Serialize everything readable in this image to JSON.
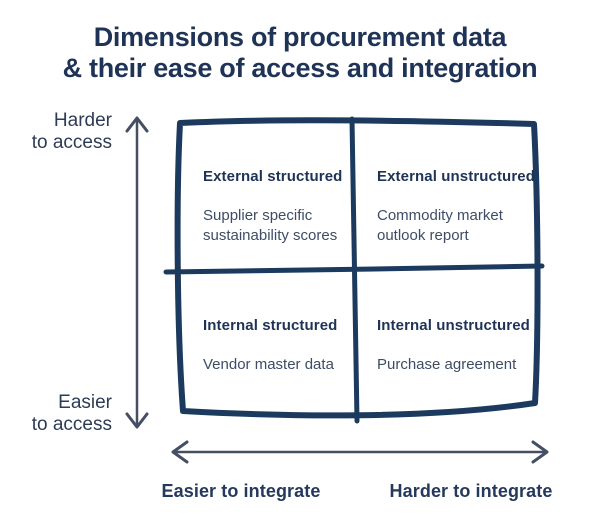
{
  "title": "Dimensions of procurement data\n& their ease of access and integration",
  "y_axis": {
    "top_label": "Harder\nto access",
    "bottom_label": "Easier\nto access"
  },
  "x_axis": {
    "left_label": "Easier to integrate",
    "right_label": "Harder to integrate"
  },
  "quadrants": [
    {
      "position": "top-left",
      "heading": "External structured",
      "example": "Supplier specific sustainability scores"
    },
    {
      "position": "top-right",
      "heading": "External unstructured",
      "example": "Commodity market outlook report"
    },
    {
      "position": "bottom-left",
      "heading": "Internal structured",
      "example": "Vendor master data"
    },
    {
      "position": "bottom-right",
      "heading": "Internal unstructured",
      "example": "Purchase agreement"
    }
  ],
  "colors": {
    "title_ink": "#1e3356",
    "heading_ink": "#1e3356",
    "body_ink": "#3e4c66",
    "box_stroke": "#1c3a5e",
    "arrow_stroke": "#454f63",
    "background": "#ffffff"
  }
}
